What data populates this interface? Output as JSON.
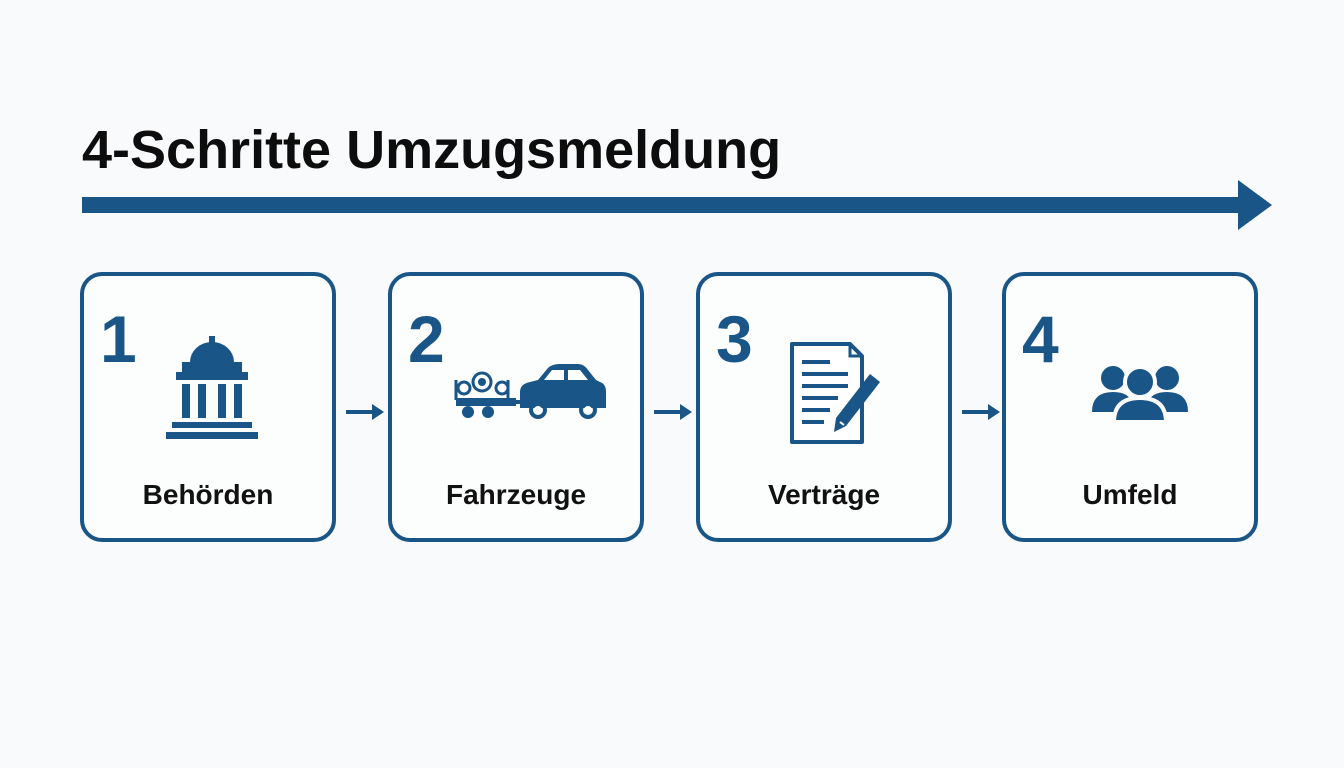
{
  "title": "4-Schritte Umzugsmeldung",
  "accent_color": "#1a5588",
  "steps": [
    {
      "number": "1",
      "label": "Behörden",
      "icon": "government-building-icon"
    },
    {
      "number": "2",
      "label": "Fahrzeuge",
      "icon": "car-with-trailer-icon"
    },
    {
      "number": "3",
      "label": "Verträge",
      "icon": "contract-signing-icon"
    },
    {
      "number": "4",
      "label": "Umfeld",
      "icon": "people-group-icon"
    }
  ]
}
